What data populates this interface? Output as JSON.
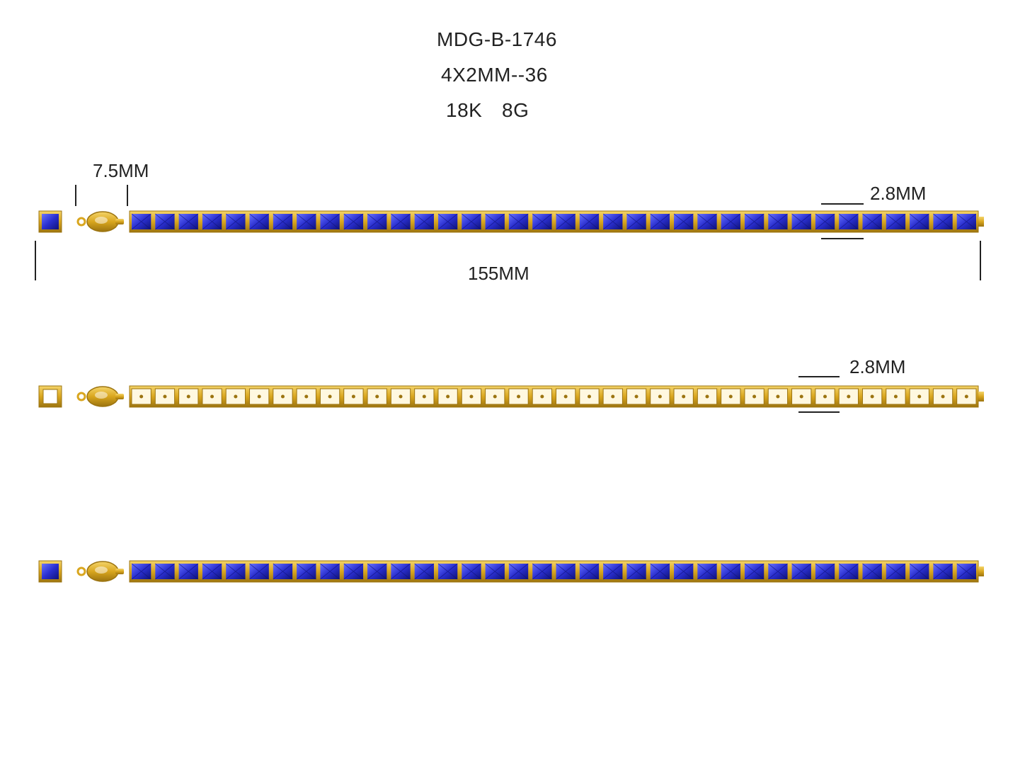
{
  "header": {
    "model": "MDG-B-1746",
    "stone_spec": "4X2MM--36",
    "metal": "18K",
    "weight": "8G"
  },
  "dimensions": {
    "clasp_length": "7.5MM",
    "link_width_top": "2.8MM",
    "total_length": "155MM",
    "link_width_middle": "2.8MM"
  },
  "colors": {
    "gold": "#d9a61e",
    "gold_dark": "#9c7410",
    "gold_light": "#f4d46a",
    "sapphire": "#2a2fd0",
    "sapphire_dark": "#10137a",
    "sapphire_light": "#6a74ff"
  },
  "views": [
    {
      "name": "front-view-with-stones",
      "stones": true
    },
    {
      "name": "back-view-open-settings",
      "stones": false
    },
    {
      "name": "side-view-with-stones",
      "stones": true
    }
  ]
}
